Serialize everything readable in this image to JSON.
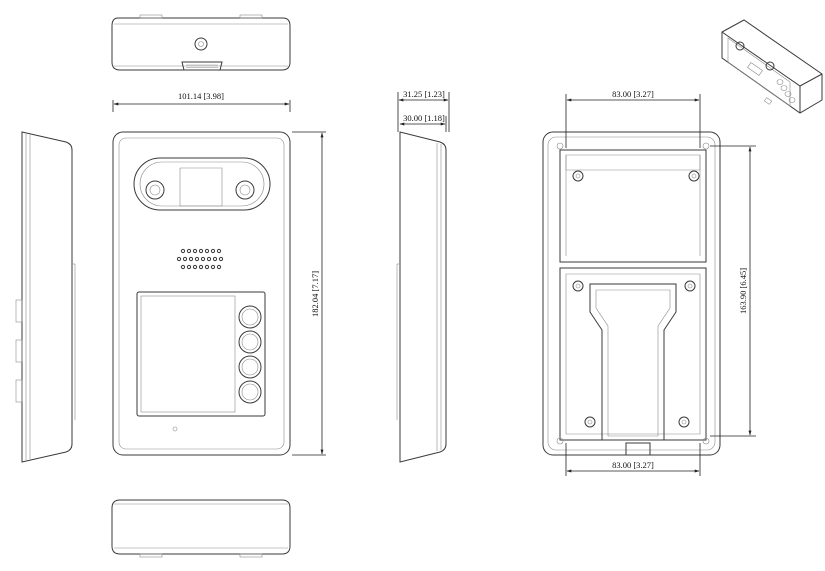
{
  "dimensions": {
    "front_width": "101.14 [3.98]",
    "front_height": "182.04 [7.17]",
    "side_depth_overall": "31.25 [1.23]",
    "side_depth_body": "30.00 [1.18]",
    "rear_top_width": "83.00 [3.27]",
    "rear_height": "163.90 [6.45]",
    "rear_bottom_width": "83.00 [3.27]"
  },
  "colors": {
    "line": "#3a3a3a",
    "thin": "#8a8a8a",
    "text": "#111111"
  }
}
